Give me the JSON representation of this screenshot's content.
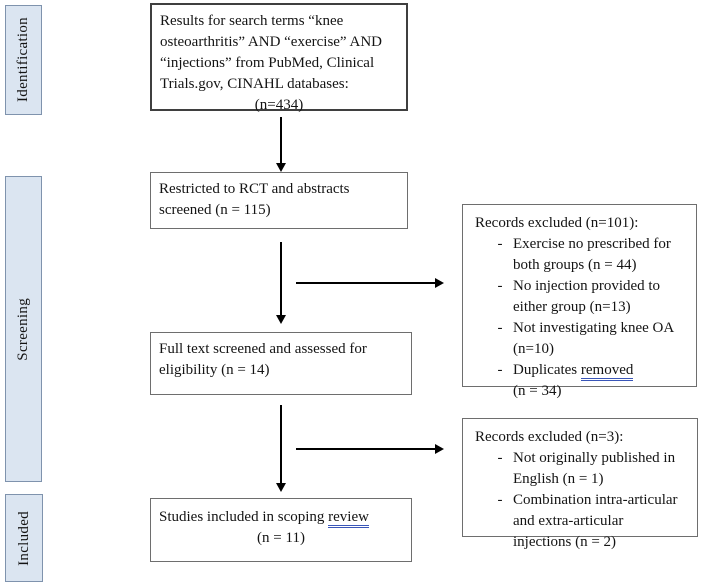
{
  "sidebar": {
    "stages": [
      {
        "label": "Identification"
      },
      {
        "label": "Screening"
      },
      {
        "label": "Included"
      }
    ]
  },
  "flow_boxes": {
    "results": {
      "text": "Results for search terms “knee\nosteoarthritis” AND “exercise” AND\n“injections” from PubMed, Clinical\nTrials.gov, CINAHL databases:",
      "count": "(n=434)"
    },
    "screened": {
      "text": "Restricted to RCT and abstracts\nscreened (n = 115)"
    },
    "full_text": {
      "text": "Full text screened and assessed for\neligibility (n = 14)"
    },
    "included": {
      "text_prefix": "Studies included in scoping ",
      "text_underlined": "review",
      "count": "(n = 11)"
    }
  },
  "exclusion_boxes": {
    "screening_excluded": {
      "title": "Records excluded (n=101):",
      "items": [
        {
          "text": "Exercise no prescribed for\nboth groups (n = 44)"
        },
        {
          "text": "No injection provided to\neither group (n=13)"
        },
        {
          "text": "Not investigating knee OA\n(n=10)"
        },
        {
          "prefix": "Duplicates ",
          "underlined": "removed",
          "suffix": "\n(n = 34)"
        }
      ]
    },
    "eligibility_excluded": {
      "title": "Records excluded (n=3):",
      "items": [
        {
          "text": "Not originally published in\nEnglish (n = 1)"
        },
        {
          "text": "Combination intra-articular\nand extra-articular\ninjections (n = 2)"
        }
      ]
    }
  },
  "ui": {
    "list_marker": "-"
  },
  "colors": {
    "stage_fill": "#dbe5f1",
    "stage_border": "#7f93ad",
    "box_border": "#555555",
    "arrow": "#000000",
    "grammar_underline": "#3a56b8",
    "text": "#141414"
  }
}
